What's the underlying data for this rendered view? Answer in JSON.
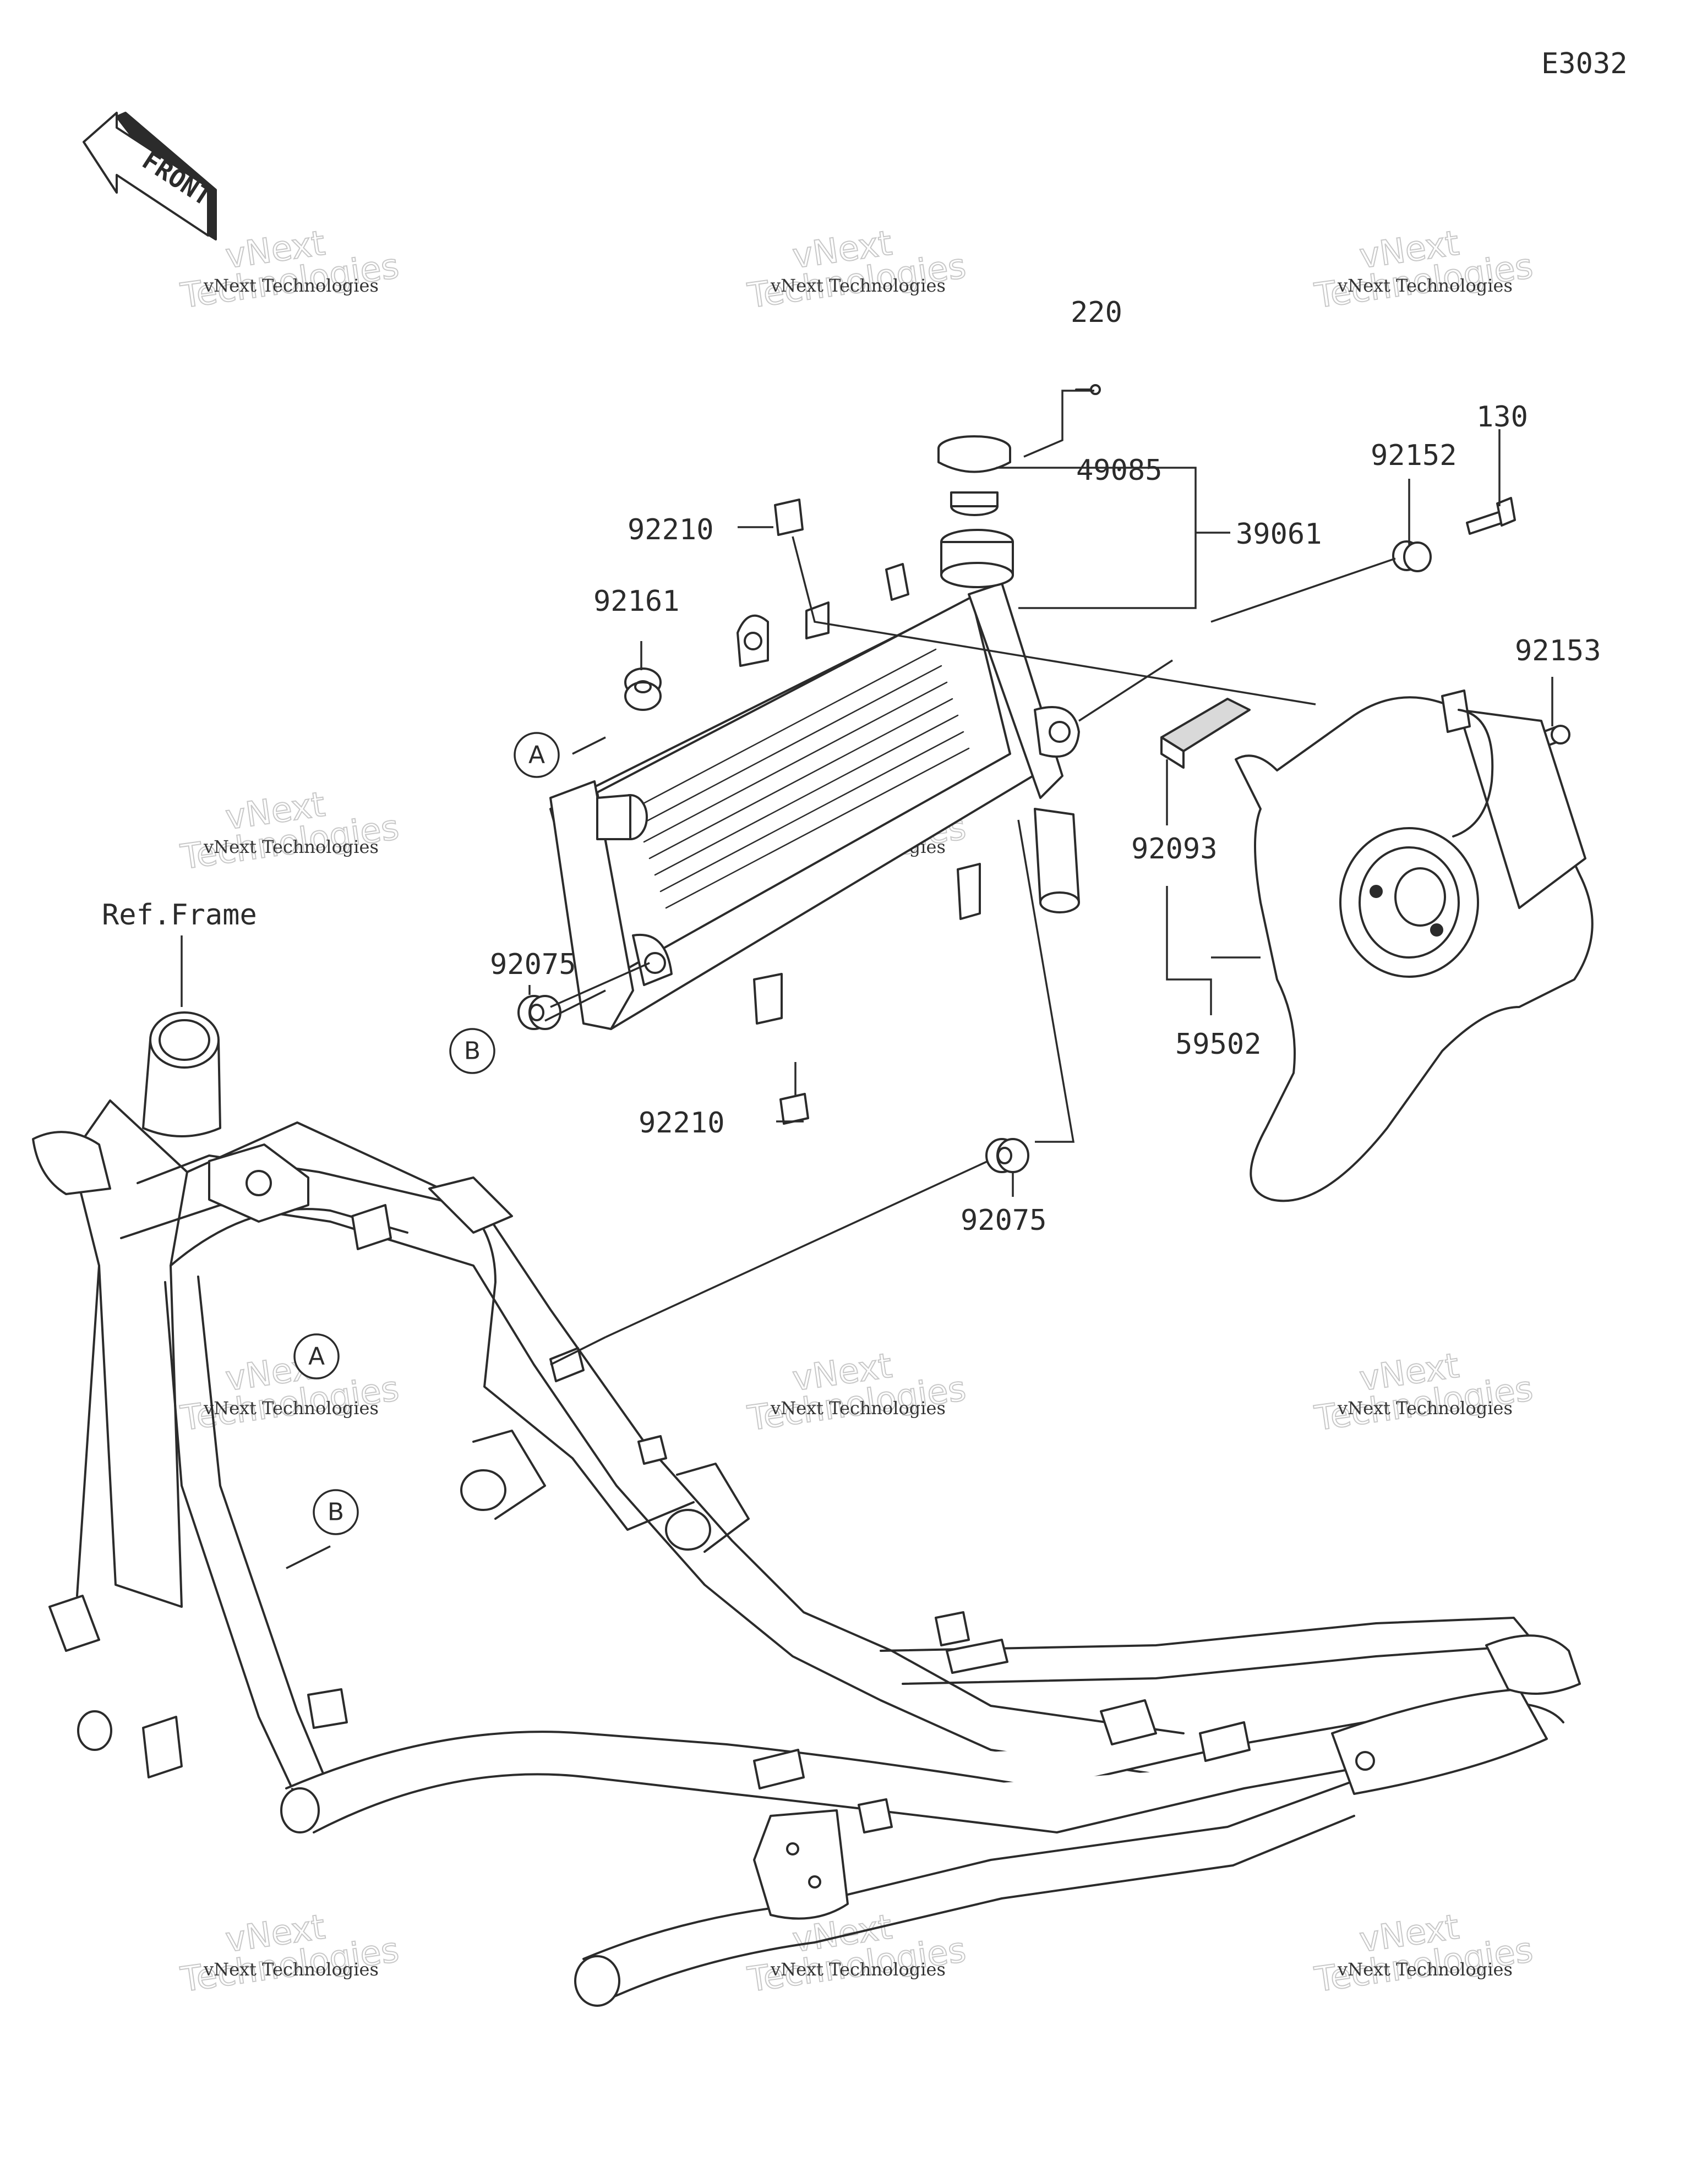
{
  "diagram_code": "E3032",
  "front_arrow_text": "FRONT",
  "reference_frame_label": "Ref.Frame",
  "callouts": {
    "a": "A",
    "b": "B"
  },
  "part_numbers": {
    "p220": "220",
    "p49085": "49085",
    "p39061": "39061",
    "p92152": "92152",
    "p130": "130",
    "p92153": "92153",
    "p92210_top": "92210",
    "p92161": "92161",
    "p92093": "92093",
    "p59502": "59502",
    "p92075_left": "92075",
    "p92210_bottom": "92210",
    "p92075_bottom": "92075"
  },
  "watermark": {
    "line1": "vNext Technologies",
    "line2": "Technologies",
    "line3": "vNext"
  }
}
